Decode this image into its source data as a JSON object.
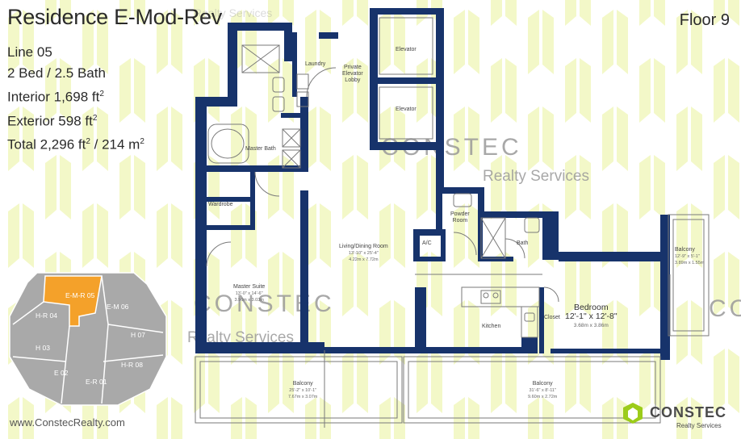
{
  "header": {
    "title": "Residence E-Mod-Rev",
    "floor": "Floor 9"
  },
  "specs": {
    "line": "Line 05",
    "beds_baths": "2 Bed / 2.5 Bath",
    "interior_prefix": "Interior 1,698 ft",
    "exterior_prefix": "Exterior 598 ft",
    "total_prefix": "Total 2,296 ft",
    "total_mid": " / 214 m",
    "exponent": "2"
  },
  "rooms": {
    "laundry": "Laundry",
    "lobby_1": "Private",
    "lobby_2": "Elevator",
    "lobby_3": "Lobby",
    "elevator_top": "Elevator",
    "elevator_bottom": "Elevator",
    "master_bath": "Master Bath",
    "wardrobe": "Wardrobe",
    "living": "Living/Dining Room",
    "living_dim1": "13'-10\" x 25'-4\"",
    "living_dim2": "4.22m x 7.72m",
    "powder_1": "Powder",
    "powder_2": "Room",
    "ac": "A/C",
    "bath": "Bath",
    "master_suite": "Master Suite",
    "master_dim": "13'-0\" x 14'-6\"",
    "master_dim2": "3.96m x 3.03m",
    "kitchen": "Kitchen",
    "closet": "Closet",
    "bedroom": "Bedroom",
    "bedroom_dim1": "12'-1\" x 12'-8\"",
    "bedroom_dim2": "3.68m x 3.86m",
    "balcony_right": "Balcony",
    "balcony_right_dim1": "12'-9\" x 5'-1\"",
    "balcony_right_dim2": "3.89m x 1.55m",
    "balcony_left": "Balcony",
    "balcony_left_dim1": "25'-2\" x 10'-1\"",
    "balcony_left_dim2": "7.67m x 3.07m",
    "balcony_mid": "Balcony",
    "balcony_mid_dim1": "31'-6\" x 8'-11\"",
    "balcony_mid_dim2": "9.60m x 2.72m"
  },
  "key_plan": {
    "selected": "E-M-R 05",
    "units": [
      "E-M 06",
      "H-R 04",
      "H 07",
      "H 03",
      "H-R 08",
      "E 02",
      "E-R 01"
    ]
  },
  "watermarks": {
    "brand": "CONSTEC",
    "sub": "Realty Services",
    "faint_top": "Realty Services"
  },
  "footer": {
    "url": "www.ConstecRealty.com",
    "logo_text": "CONSTEC",
    "logo_sub": "Realty Services"
  },
  "colors": {
    "wall": "#17336b",
    "pattern": "#f3f8c8",
    "key_selected": "#f4a12a",
    "key_base": "#a9a9a9",
    "logo_green": "#9ccc1a"
  }
}
